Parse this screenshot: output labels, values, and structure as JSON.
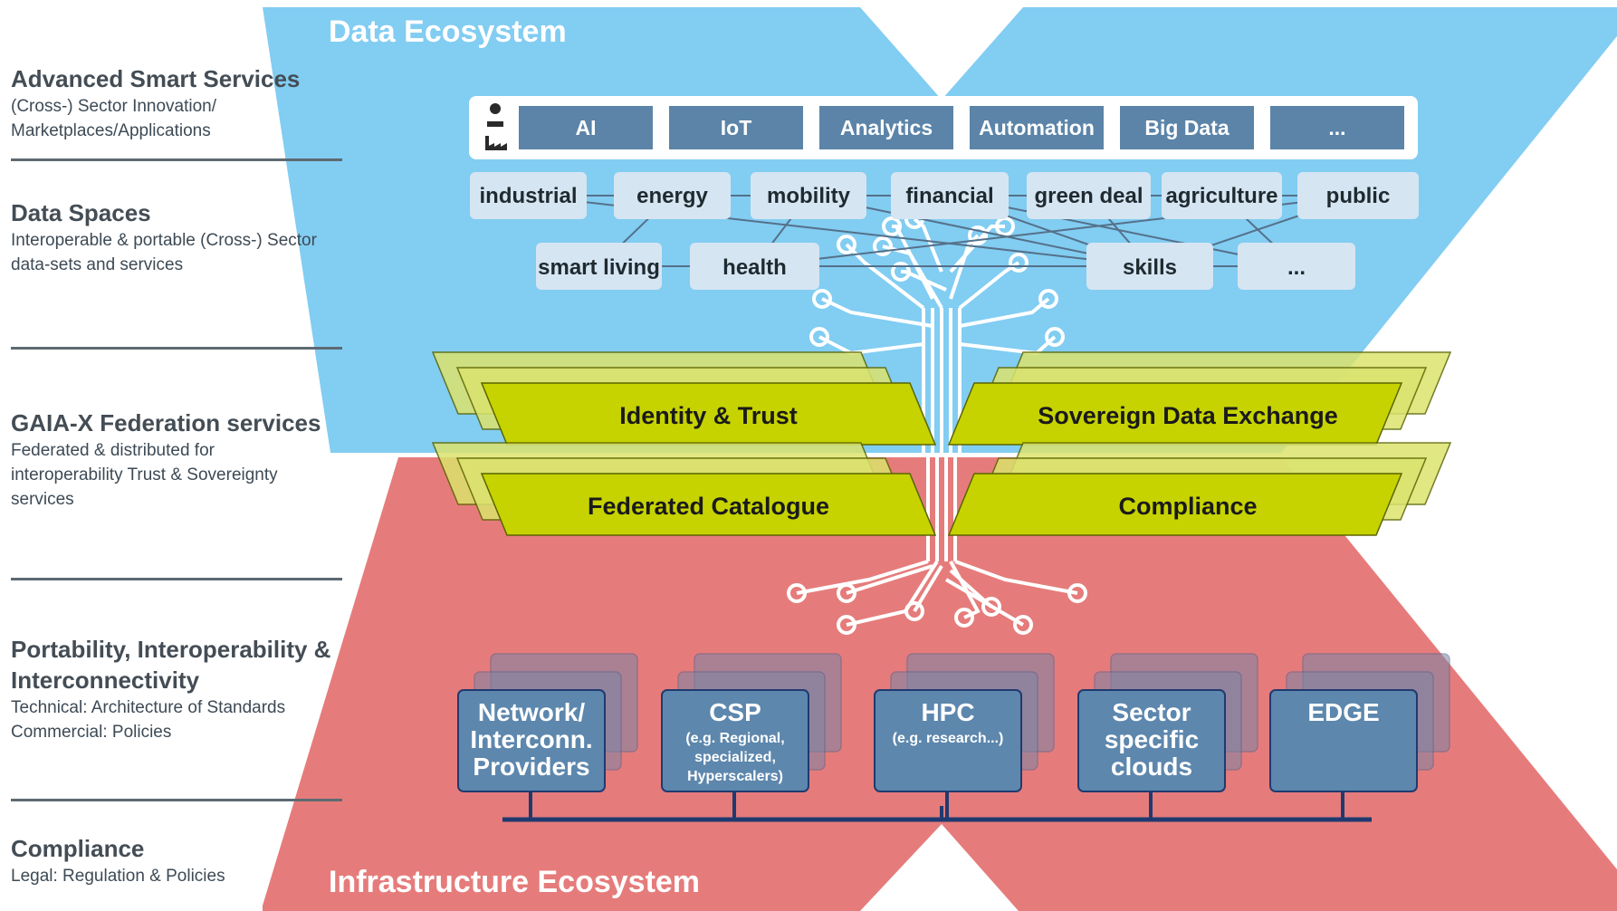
{
  "layers": [
    {
      "title": "Advanced Smart Services",
      "desc": [
        "(Cross-) Sector Innovation/",
        "Marketplaces/Applications"
      ]
    },
    {
      "title": "Data Spaces",
      "desc": [
        "Interoperable & portable (Cross-) Sector",
        "data-sets and services"
      ]
    },
    {
      "title": "GAIA-X Federation services",
      "desc": [
        "Federated & distributed for",
        "interoperability Trust & Sovereignty",
        "services"
      ]
    },
    {
      "title": "Portability, Interoperability &",
      "title2": "Interconnectivity",
      "desc": [
        "Technical: Architecture of Standards",
        "Commercial: Policies"
      ]
    },
    {
      "title": "Compliance",
      "desc": [
        "Legal: Regulation & Policies"
      ]
    }
  ],
  "ecosystems": {
    "data": "Data Ecosystem",
    "infrastructure": "Infrastructure Ecosystem"
  },
  "services": [
    "AI",
    "IoT",
    "Analytics",
    "Automation",
    "Big Data",
    "..."
  ],
  "sectors_row1": [
    "industrial",
    "energy",
    "mobility",
    "financial",
    "green deal",
    "agriculture",
    "public"
  ],
  "sectors_row2": [
    "smart living",
    "health",
    "skills",
    "..."
  ],
  "federation": [
    "Identity & Trust",
    "Sovereign Data Exchange",
    "Federated Catalogue",
    "Compliance"
  ],
  "infrastructure": [
    {
      "lines": [
        "Network/",
        "Interconn.",
        "Providers"
      ],
      "sub": []
    },
    {
      "lines": [
        "CSP"
      ],
      "sub": [
        "(e.g. Regional,",
        "specialized,",
        "Hyperscalers)"
      ]
    },
    {
      "lines": [
        "HPC"
      ],
      "sub": [
        "(e.g. research...)"
      ]
    },
    {
      "lines": [
        "Sector",
        "specific",
        "clouds"
      ],
      "sub": []
    },
    {
      "lines": [
        "EDGE"
      ],
      "sub": []
    }
  ],
  "colors": {
    "data_blue": "#82cdf2",
    "infra_red": "#e57c7b",
    "service_box": "#5b84a8",
    "sector_box": "#d6e5f2",
    "federation_green": "#c6d300",
    "federation_green_light": "#dbe36e",
    "infra_box": "#5d87ad",
    "text_dark": "#1f2a30"
  }
}
